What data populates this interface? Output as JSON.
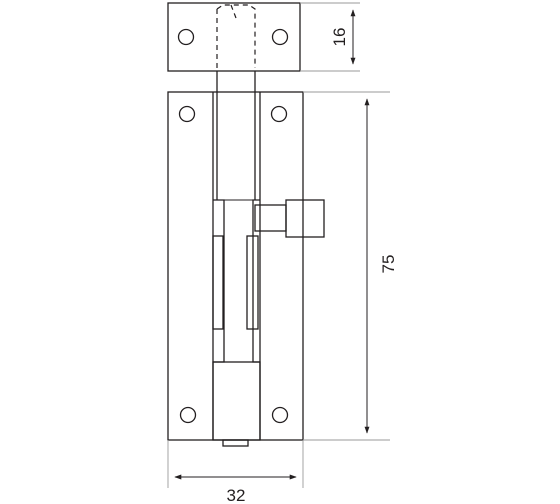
{
  "dimensions": {
    "width_label": "32",
    "length_label": "75",
    "plate_height_label": "16"
  }
}
